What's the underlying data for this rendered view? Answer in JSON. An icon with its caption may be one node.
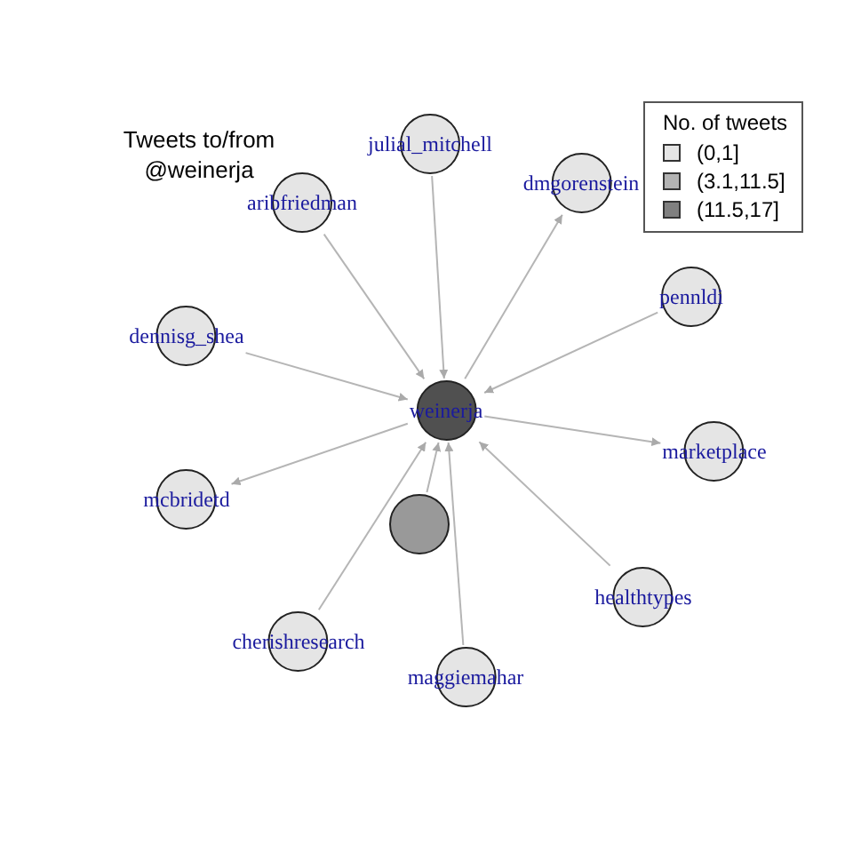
{
  "diagram": {
    "title": "Tweets to/from @weinerja",
    "nodes": [
      {
        "text": [
          "weinerja"
        ]
      },
      {
        "text": [
          "julial_mitchell"
        ]
      },
      {
        "text": [
          "aribfriedman"
        ]
      },
      {
        "text": [
          "dmgorenstein"
        ]
      },
      {
        "text": [
          "dennisg_shea"
        ]
      },
      {
        "text": [
          "pennldi"
        ]
      },
      {
        "text": [
          "marketplace"
        ]
      },
      {
        "text": [
          "mcbridetd"
        ]
      },
      {
        "text": [],
        "shape": "circle"
      },
      {
        "text": [
          "cherishresearch"
        ]
      },
      {
        "text": [
          "maggiemahar"
        ]
      },
      {
        "text": [
          "healthtypes"
        ]
      }
    ],
    "edges": [
      {
        "from": 1,
        "to": 0,
        "arrow": "to"
      },
      {
        "from": 2,
        "to": 0,
        "arrow": "to"
      },
      {
        "from": 0,
        "to": 3,
        "arrow": "to"
      },
      {
        "from": 4,
        "to": 0,
        "arrow": "to"
      },
      {
        "from": 5,
        "to": 0,
        "arrow": "to"
      },
      {
        "from": 0,
        "to": 6,
        "arrow": "to"
      },
      {
        "from": 0,
        "to": 7,
        "arrow": "to"
      },
      {
        "from": 8,
        "to": 0,
        "arrow": "to"
      },
      {
        "from": 9,
        "to": 0,
        "arrow": "to"
      },
      {
        "from": 10,
        "to": 0,
        "arrow": "to"
      },
      {
        "from": 11,
        "to": 0,
        "arrow": "to"
      }
    ],
    "labels": [
      "No. of tweets"
    ],
    "legend": [
      {
        "text": "(0,1]",
        "color": "#e5e5e5"
      },
      {
        "text": "(3.1,11.5]",
        "color": "#b3b3b3"
      },
      {
        "text": "(11.5,17]",
        "color": "#808080"
      }
    ]
  }
}
